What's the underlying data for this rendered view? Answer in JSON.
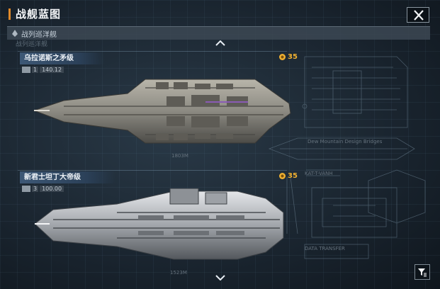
{
  "header": {
    "title": "战舰蓝图"
  },
  "subbar": {
    "label": "战列巡洋舰",
    "ghost_label": "战列巡洋舰"
  },
  "ships": [
    {
      "name": "乌拉诺斯之矛级",
      "level": "1",
      "value": "140.12",
      "cost": "35",
      "length": "1803M"
    },
    {
      "name": "新君士坦丁大帝级",
      "level": "3",
      "value": "100.00",
      "cost": "35",
      "length": "1523M"
    }
  ],
  "colors": {
    "accent": "#e08a2a",
    "cost": "#f0b030",
    "name_bg": "#3d5876"
  },
  "icons": {
    "close": "close-icon",
    "filter": "filter-icon",
    "up": "chevron-up-icon",
    "down": "chevron-down-icon",
    "coin": "coin-icon"
  }
}
